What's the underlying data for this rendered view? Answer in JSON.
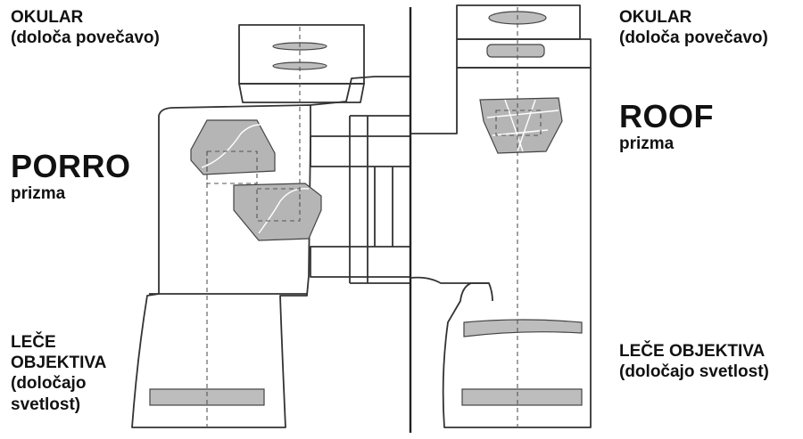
{
  "labels": {
    "porro_eyepiece": {
      "line1": "OKULAR",
      "line2": "(določa povečavo)"
    },
    "porro_title": {
      "main": "PORRO",
      "sub": "prizma"
    },
    "porro_objective": {
      "line1": "LEČE",
      "line2": "OBJEKTIVA",
      "line3": "(določajo",
      "line4": "svetlost)"
    },
    "roof_eyepiece": {
      "line1": "OKULAR",
      "line2": "(določa povečavo)"
    },
    "roof_title": {
      "main": "ROOF",
      "sub": "prizma"
    },
    "roof_objective": {
      "line1": "LEČE OBJEKTIVA",
      "line2": "(določajo svetlost)"
    }
  },
  "colors": {
    "outline": "#333333",
    "lens_fill": "#bdbdbd",
    "prism_fill": "#b5b5b5",
    "background": "#ffffff"
  }
}
